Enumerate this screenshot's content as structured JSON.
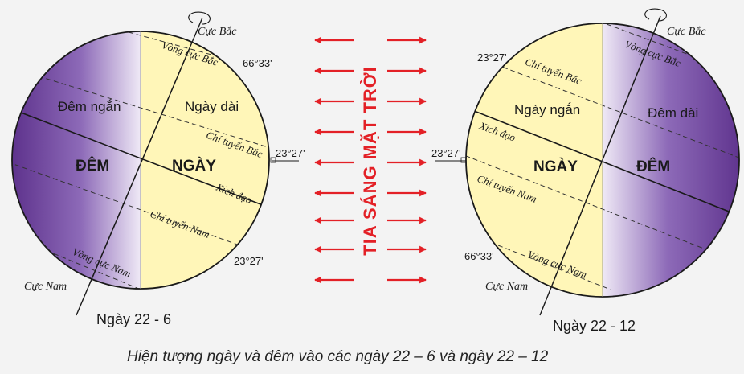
{
  "diagram_data": {
    "caption": "Hiện tượng ngày và đêm vào các ngày 22 – 6 và ngày 22 – 12",
    "rays_label": "TIA SÁNG MẶT TRỜI",
    "colors": {
      "day": "#fff6b8",
      "night": "#6c3f98",
      "rays": "#e32026",
      "background": "#f3f3f3"
    },
    "left_globe": {
      "date": "Ngày 22 - 6",
      "north_pole": "Cực Bắc",
      "south_pole": "Cực Nam",
      "arctic_circle": "Vòng cực Bắc",
      "antarctic_circle": "Vòng cực Nam",
      "tropic_cancer": "Chí tuyến Bắc",
      "tropic_capricorn": "Chí tuyến Nam",
      "equator": "Xích đạo",
      "day_side": "NGÀY",
      "night_side": "ĐÊM",
      "long_day": "Ngày dài",
      "short_night": "Đêm ngắn",
      "angle_arctic": "66°33'",
      "angle_tropic_top": "23°27'",
      "angle_tropic_bottom": "23°27'"
    },
    "right_globe": {
      "date": "Ngày 22 - 12",
      "north_pole": "Cực Bắc",
      "south_pole": "Cực Nam",
      "arctic_circle": "Vòng cực Bắc",
      "antarctic_circle": "Vòng cực Nam",
      "tropic_cancer": "Chí tuyến Bắc",
      "tropic_capricorn": "Chí tuyến Nam",
      "equator": "Xích đạo",
      "day_side": "NGÀY",
      "night_side": "ĐÊM",
      "short_day": "Ngày ngắn",
      "long_night": "Đêm dài",
      "angle_antarctic": "66°33'",
      "angle_tropic_top": "23°27'",
      "angle_tropic_mid": "23°27'"
    }
  }
}
